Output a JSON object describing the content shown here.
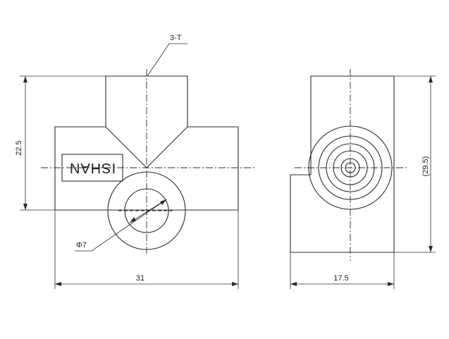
{
  "front_view": {
    "callout_label": "3-T",
    "height_dim": "22.5",
    "width_dim": "31",
    "diameter_dim": "Φ7",
    "brand_text": "ISHAN"
  },
  "side_view": {
    "height_dim": "(29.5)",
    "width_dim": "17.5"
  }
}
